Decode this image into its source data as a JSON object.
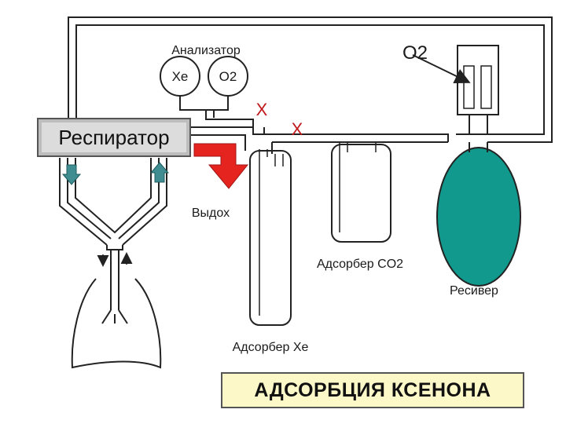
{
  "labels": {
    "analyzer": "Анализатор",
    "xe": "Xe",
    "o2_sensor": "O2",
    "o2_inlet": "O2",
    "respirator": "Респиратор",
    "exhale": "Выдох",
    "adsorber_co2": "Адсорбер CO2",
    "receiver": "Ресивер",
    "adsorber_xe": "Адсорбер Xe",
    "title": "АДСОРБЦИЯ КСЕНОНА",
    "valve_mark": "X"
  },
  "colors": {
    "pipe": "#222222",
    "valve_mark": "#c0181b",
    "exhale_arrow": "#e52420",
    "receiver_bag": "#10998c",
    "flow_arrows": "#3f8d91",
    "respirator_fill": "#dcdcdc",
    "title_fill": "#fdf8c8"
  }
}
